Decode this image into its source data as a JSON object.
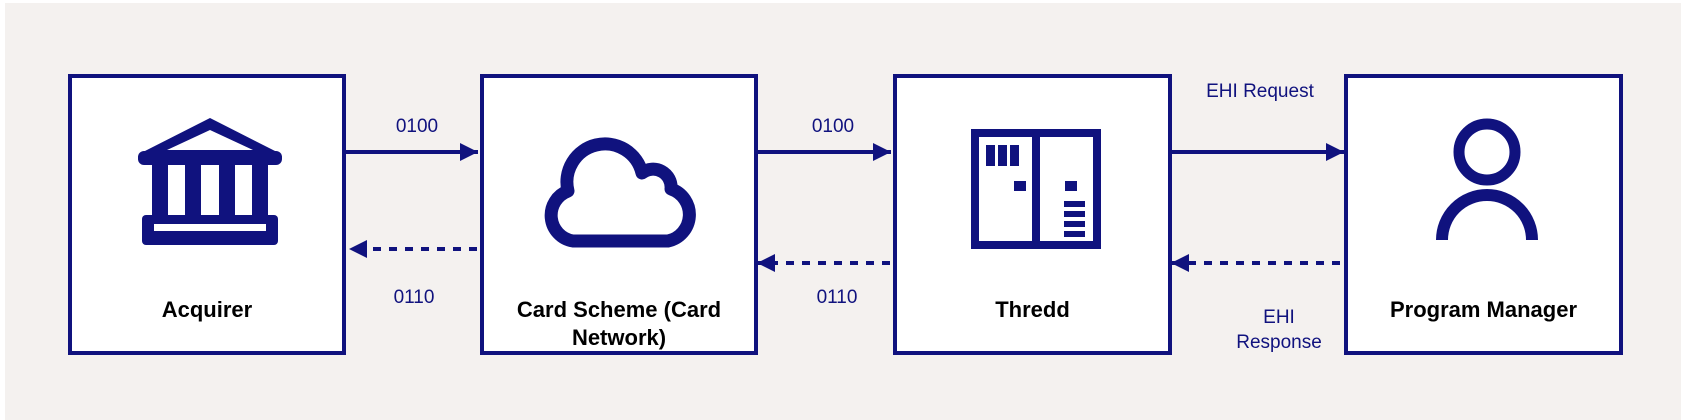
{
  "colors": {
    "primary": "#10127e",
    "background": "#f4f1ef",
    "box_fill": "#ffffff",
    "label_text": "#000000"
  },
  "nodes": [
    {
      "label": "Acquirer",
      "icon": "bank-building-icon"
    },
    {
      "label": "Card Scheme (Card Network)",
      "icon": "cloud-icon"
    },
    {
      "label": "Thredd",
      "icon": "server-cabinet-icon"
    },
    {
      "label": "Program Manager",
      "icon": "person-icon"
    }
  ],
  "edges": [
    {
      "from": "Acquirer",
      "to": "Card Scheme (Card Network)",
      "label": "0100",
      "style": "solid"
    },
    {
      "from": "Card Scheme (Card Network)",
      "to": "Acquirer",
      "label": "0110",
      "style": "dotted"
    },
    {
      "from": "Card Scheme (Card Network)",
      "to": "Thredd",
      "label": "0100",
      "style": "solid"
    },
    {
      "from": "Thredd",
      "to": "Card Scheme (Card Network)",
      "label": "0110",
      "style": "dotted"
    },
    {
      "from": "Thredd",
      "to": "Program Manager",
      "label": "EHI Request",
      "style": "solid"
    },
    {
      "from": "Program Manager",
      "to": "Thredd",
      "label": "EHI Response",
      "style": "dotted"
    }
  ]
}
